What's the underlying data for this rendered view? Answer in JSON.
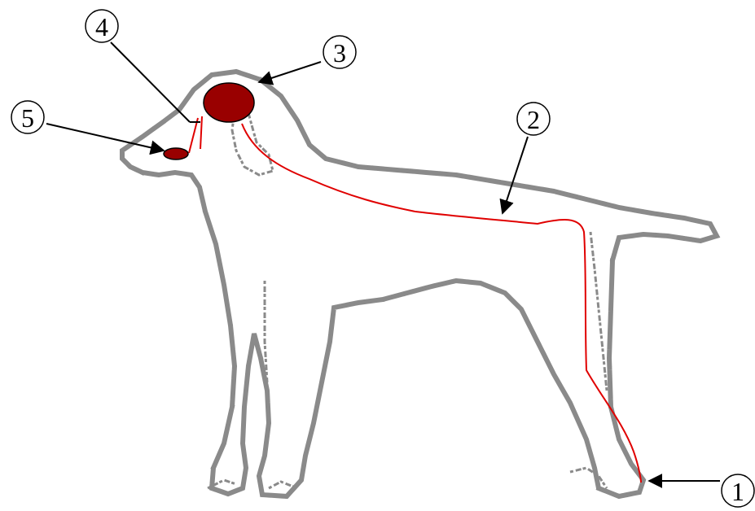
{
  "diagram": {
    "callouts": [
      {
        "id": "1",
        "label": "1"
      },
      {
        "id": "2",
        "label": "2"
      },
      {
        "id": "3",
        "label": "3"
      },
      {
        "id": "4",
        "label": "4"
      },
      {
        "id": "5",
        "label": "5"
      }
    ],
    "colors": {
      "outline": "#8a8a8a",
      "nerve": "#e00000",
      "organ_fill": "#990000",
      "label": "#000000"
    }
  }
}
